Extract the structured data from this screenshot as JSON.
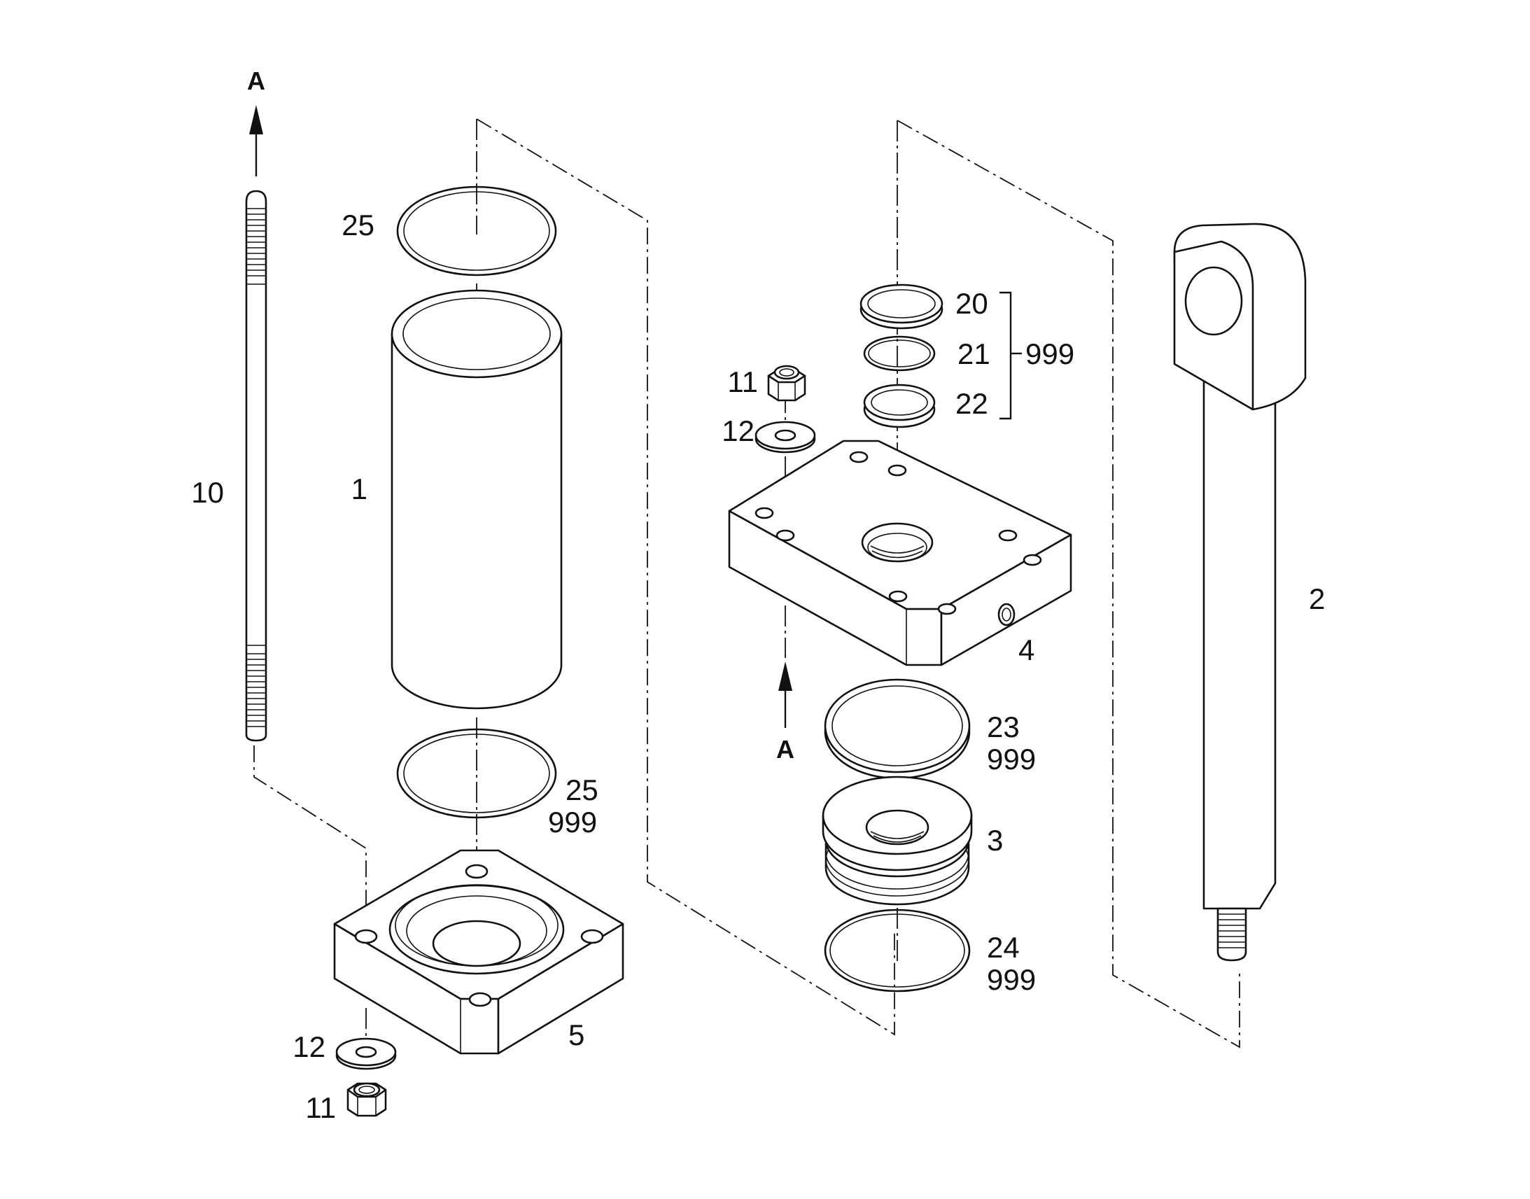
{
  "callouts": {
    "tie_rod": "10",
    "barrel": "1",
    "oring_top": "25",
    "oring_bottom": "25",
    "oring_bottom_kit": "999",
    "base_plate": "5",
    "washer_bottom": "12",
    "nut_bottom": "11",
    "nut_top": "11",
    "washer_top": "12",
    "head_plate": "4",
    "seal_20": "20",
    "seal_21": "21",
    "seal_22": "22",
    "seal_group_kit": "999",
    "seal_23": "23",
    "seal_23_kit": "999",
    "piston": "3",
    "seal_24": "24",
    "seal_24_kit": "999",
    "piston_rod": "2"
  },
  "arrow_labels": {
    "top": "A",
    "middle": "A"
  }
}
